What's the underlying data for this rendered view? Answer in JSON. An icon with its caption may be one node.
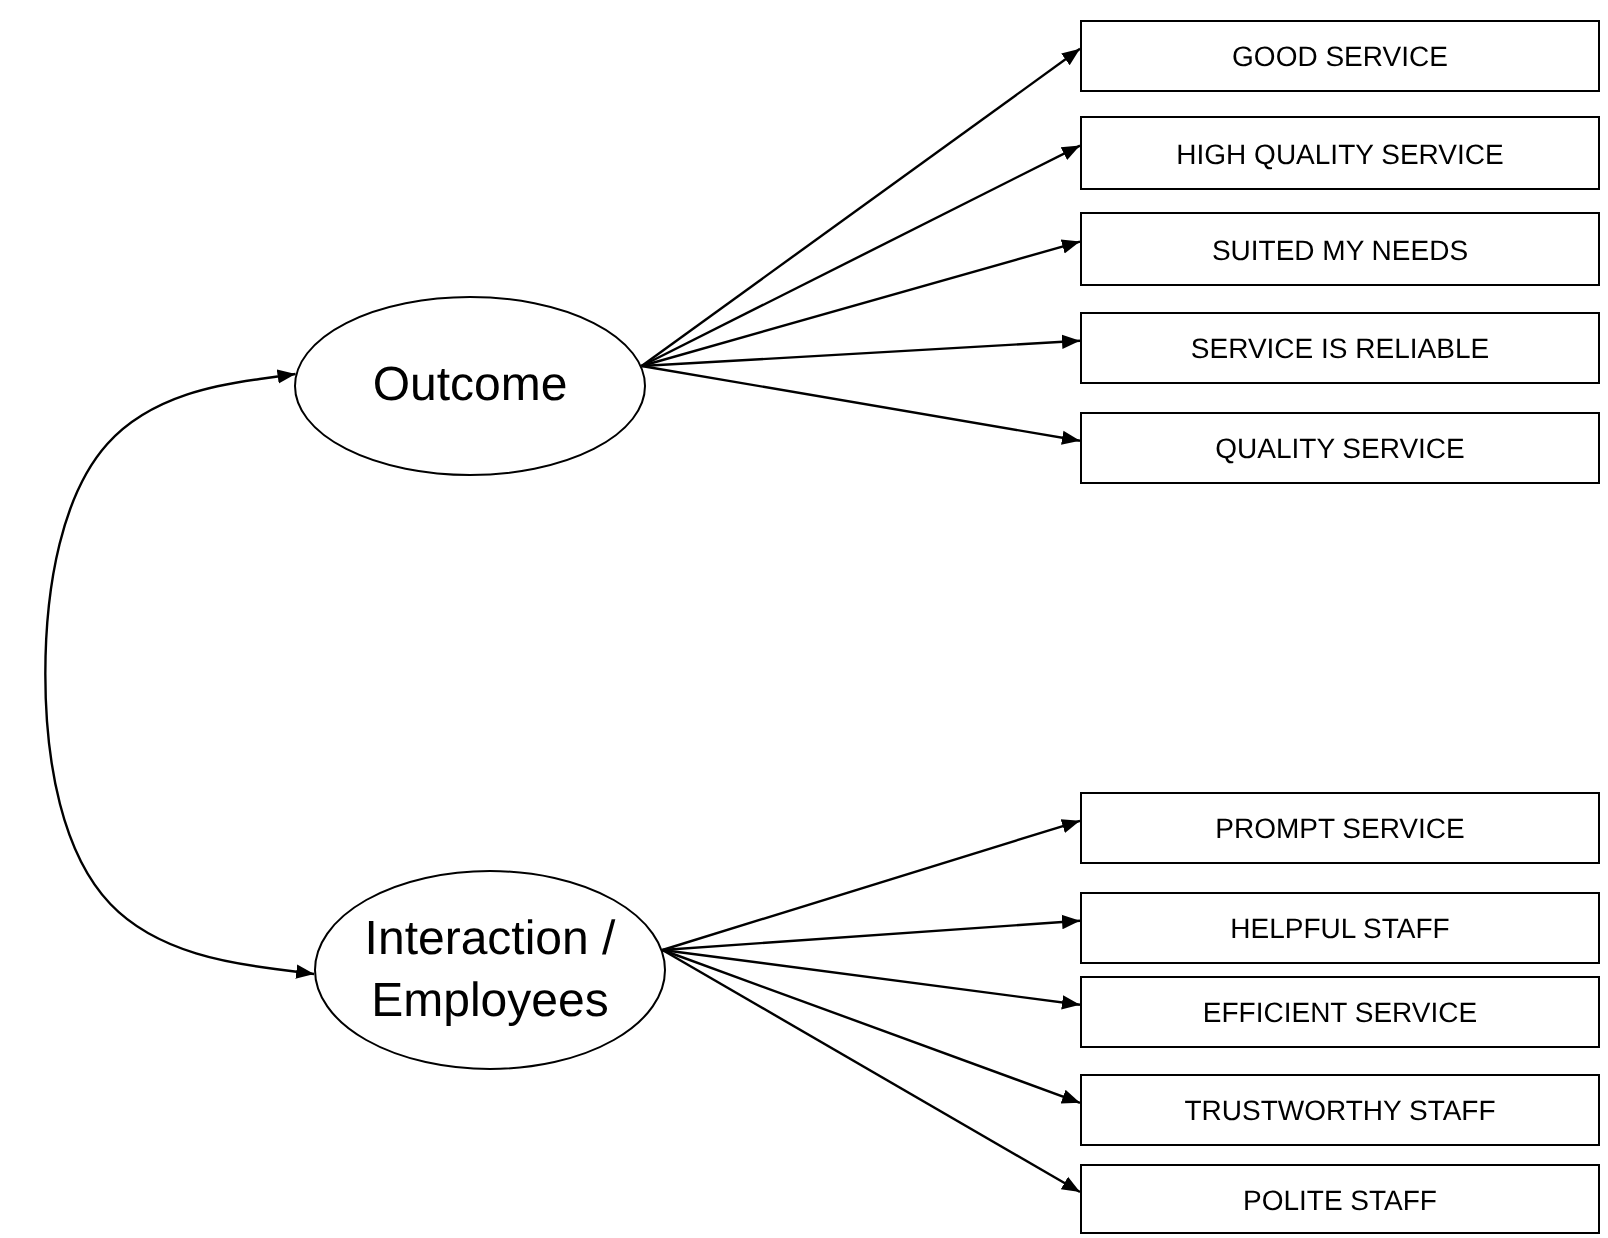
{
  "diagram": {
    "nodes": [
      {
        "text": [
          "Outcome"
        ]
      },
      {
        "text": [
          "GOOD SERVICE"
        ]
      },
      {
        "text": [
          "HIGH QUALITY SERVICE"
        ]
      },
      {
        "text": [
          "SUITED MY NEEDS"
        ]
      },
      {
        "text": [
          "SERVICE IS RELIABLE"
        ]
      },
      {
        "text": [
          "QUALITY SERVICE"
        ]
      },
      {
        "text": [
          "Interaction / Employees"
        ]
      },
      {
        "text": [
          "PROMPT SERVICE"
        ]
      },
      {
        "text": [
          "HELPFUL STAFF"
        ]
      },
      {
        "text": [
          "EFFICIENT SERVICE"
        ]
      },
      {
        "text": [
          "TRUSTWORTHY STAFF"
        ]
      },
      {
        "text": [
          "POLITE STAFF"
        ]
      }
    ],
    "edges": [
      {
        "from": 0,
        "to": 1,
        "arrow": "to"
      },
      {
        "from": 0,
        "to": 2,
        "arrow": "to"
      },
      {
        "from": 0,
        "to": 3,
        "arrow": "to"
      },
      {
        "from": 0,
        "to": 4,
        "arrow": "to"
      },
      {
        "from": 0,
        "to": 5,
        "arrow": "to"
      },
      {
        "from": 6,
        "to": 7,
        "arrow": "to"
      },
      {
        "from": 6,
        "to": 8,
        "arrow": "to"
      },
      {
        "from": 6,
        "to": 9,
        "arrow": "to"
      },
      {
        "from": 6,
        "to": 10,
        "arrow": "to"
      },
      {
        "from": 6,
        "to": 11,
        "arrow": "to"
      },
      {
        "from": 0,
        "to": 6,
        "arrow": "both"
      }
    ]
  }
}
